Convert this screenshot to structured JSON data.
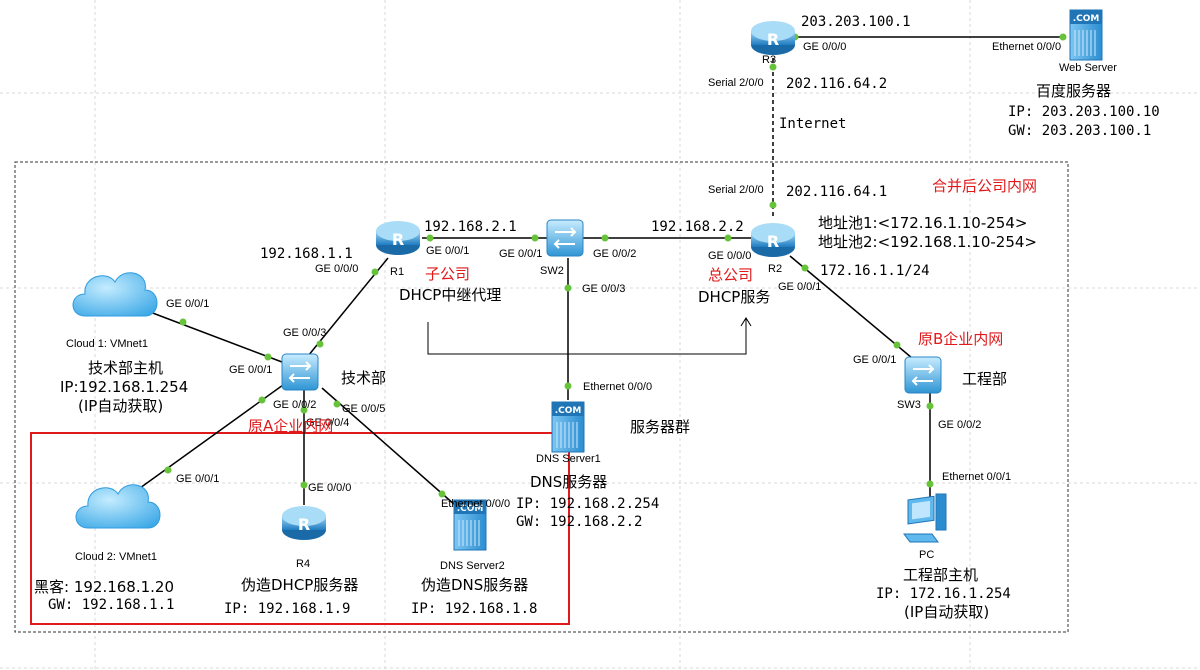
{
  "colors": {
    "router": "#2e8fd0",
    "switch": "#3fa6dd",
    "cloud": "#4fb2ea",
    "link": "#000000",
    "port_dot": "#66c33a",
    "red_label": "#e0191b",
    "red_box": "#e0191b",
    "grid": "#d8d8d8"
  },
  "areas": {
    "merged_lan": "合并后公司内网",
    "old_a": "原A企业内网",
    "old_b": "原B企业内网"
  },
  "devices": {
    "r3": {
      "name": "R3",
      "icon": "router-icon"
    },
    "web_server": {
      "name": "Web Server",
      "icon": "server-icon",
      "title": "百度服务器",
      "ip": "IP: 203.203.100.10",
      "gw": "GW: 203.203.100.1"
    },
    "r1": {
      "name": "R1",
      "icon": "router-icon",
      "tag": "子公司",
      "role": "DHCP中继代理"
    },
    "sw2": {
      "name": "SW2",
      "icon": "switch-icon"
    },
    "r2": {
      "name": "R2",
      "icon": "router-icon",
      "tag": "总公司",
      "role": "DHCP服务",
      "pool1": "地址池1:<172.16.1.10-254>",
      "pool2": "地址池2:<192.168.1.10-254>"
    },
    "cloud1": {
      "name": "Cloud 1: VMnet1",
      "icon": "cloud-icon",
      "title": "技术部主机",
      "ip": "IP:192.168.1.254",
      "note": "(IP自动获取)"
    },
    "sw_tech": {
      "label": "技术部",
      "icon": "switch-icon"
    },
    "dns1": {
      "name": "DNS Server1",
      "icon": "server-icon",
      "group": "服务器群",
      "title": "DNS服务器",
      "ip": "IP: 192.168.2.254",
      "gw": "GW: 192.168.2.2"
    },
    "sw3": {
      "name": "SW3",
      "icon": "switch-icon",
      "label": "工程部"
    },
    "pc": {
      "name": "PC",
      "icon": "pc-icon",
      "title": "工程部主机",
      "ip": "IP: 172.16.1.254",
      "note": "(IP自动获取)"
    },
    "cloud2": {
      "name": "Cloud 2: VMnet1",
      "icon": "cloud-icon",
      "line1": "黑客: 192.168.1.20",
      "line2": "GW: 192.168.1.1"
    },
    "r4": {
      "name": "R4",
      "icon": "router-icon",
      "title": "伪造DHCP服务器",
      "ip": "IP: 192.168.1.9"
    },
    "dns2": {
      "name": "DNS Server2",
      "icon": "server-icon",
      "title": "伪造DNS服务器",
      "ip": "IP: 192.168.1.8"
    }
  },
  "ip_labels": {
    "r3_ge": "203.203.100.1",
    "r3_serial": "202.116.64.2",
    "internet": "Internet",
    "r2_serial": "202.116.64.1",
    "r1_ge001": "192.168.2.1",
    "r2_ge000": "192.168.2.2",
    "r1_ge000": "192.168.1.1",
    "r2_ge001": "172.16.1.1/24"
  },
  "ports": {
    "r3_ge000": "GE 0/0/0",
    "web_eth": "Ethernet 0/0/0",
    "r3_serial": "Serial 2/0/0",
    "r2_serial": "Serial 2/0/0",
    "r1_ge001": "GE 0/0/1",
    "sw2_ge001": "GE 0/0/1",
    "sw2_ge002": "GE 0/0/2",
    "r2_ge000": "GE 0/0/0",
    "r1_ge000": "GE 0/0/0",
    "sw2_ge003": "GE 0/0/3",
    "r2_ge001": "GE 0/0/1",
    "cloud1_ge": "GE 0/0/1",
    "swt_ge003": "GE 0/0/3",
    "swt_ge001": "GE 0/0/1",
    "swt_ge002": "GE 0/0/2",
    "swt_ge004": "GE 0/0/4",
    "swt_ge005": "GE 0/0/5",
    "dns1_eth": "Ethernet 0/0/0",
    "sw3_ge001": "GE 0/0/1",
    "sw3_ge002": "GE 0/0/2",
    "pc_eth": "Ethernet 0/0/1",
    "cloud2_ge": "GE 0/0/1",
    "r4_ge000": "GE 0/0/0",
    "dns2_eth": "Ethernet 0/0/0"
  }
}
